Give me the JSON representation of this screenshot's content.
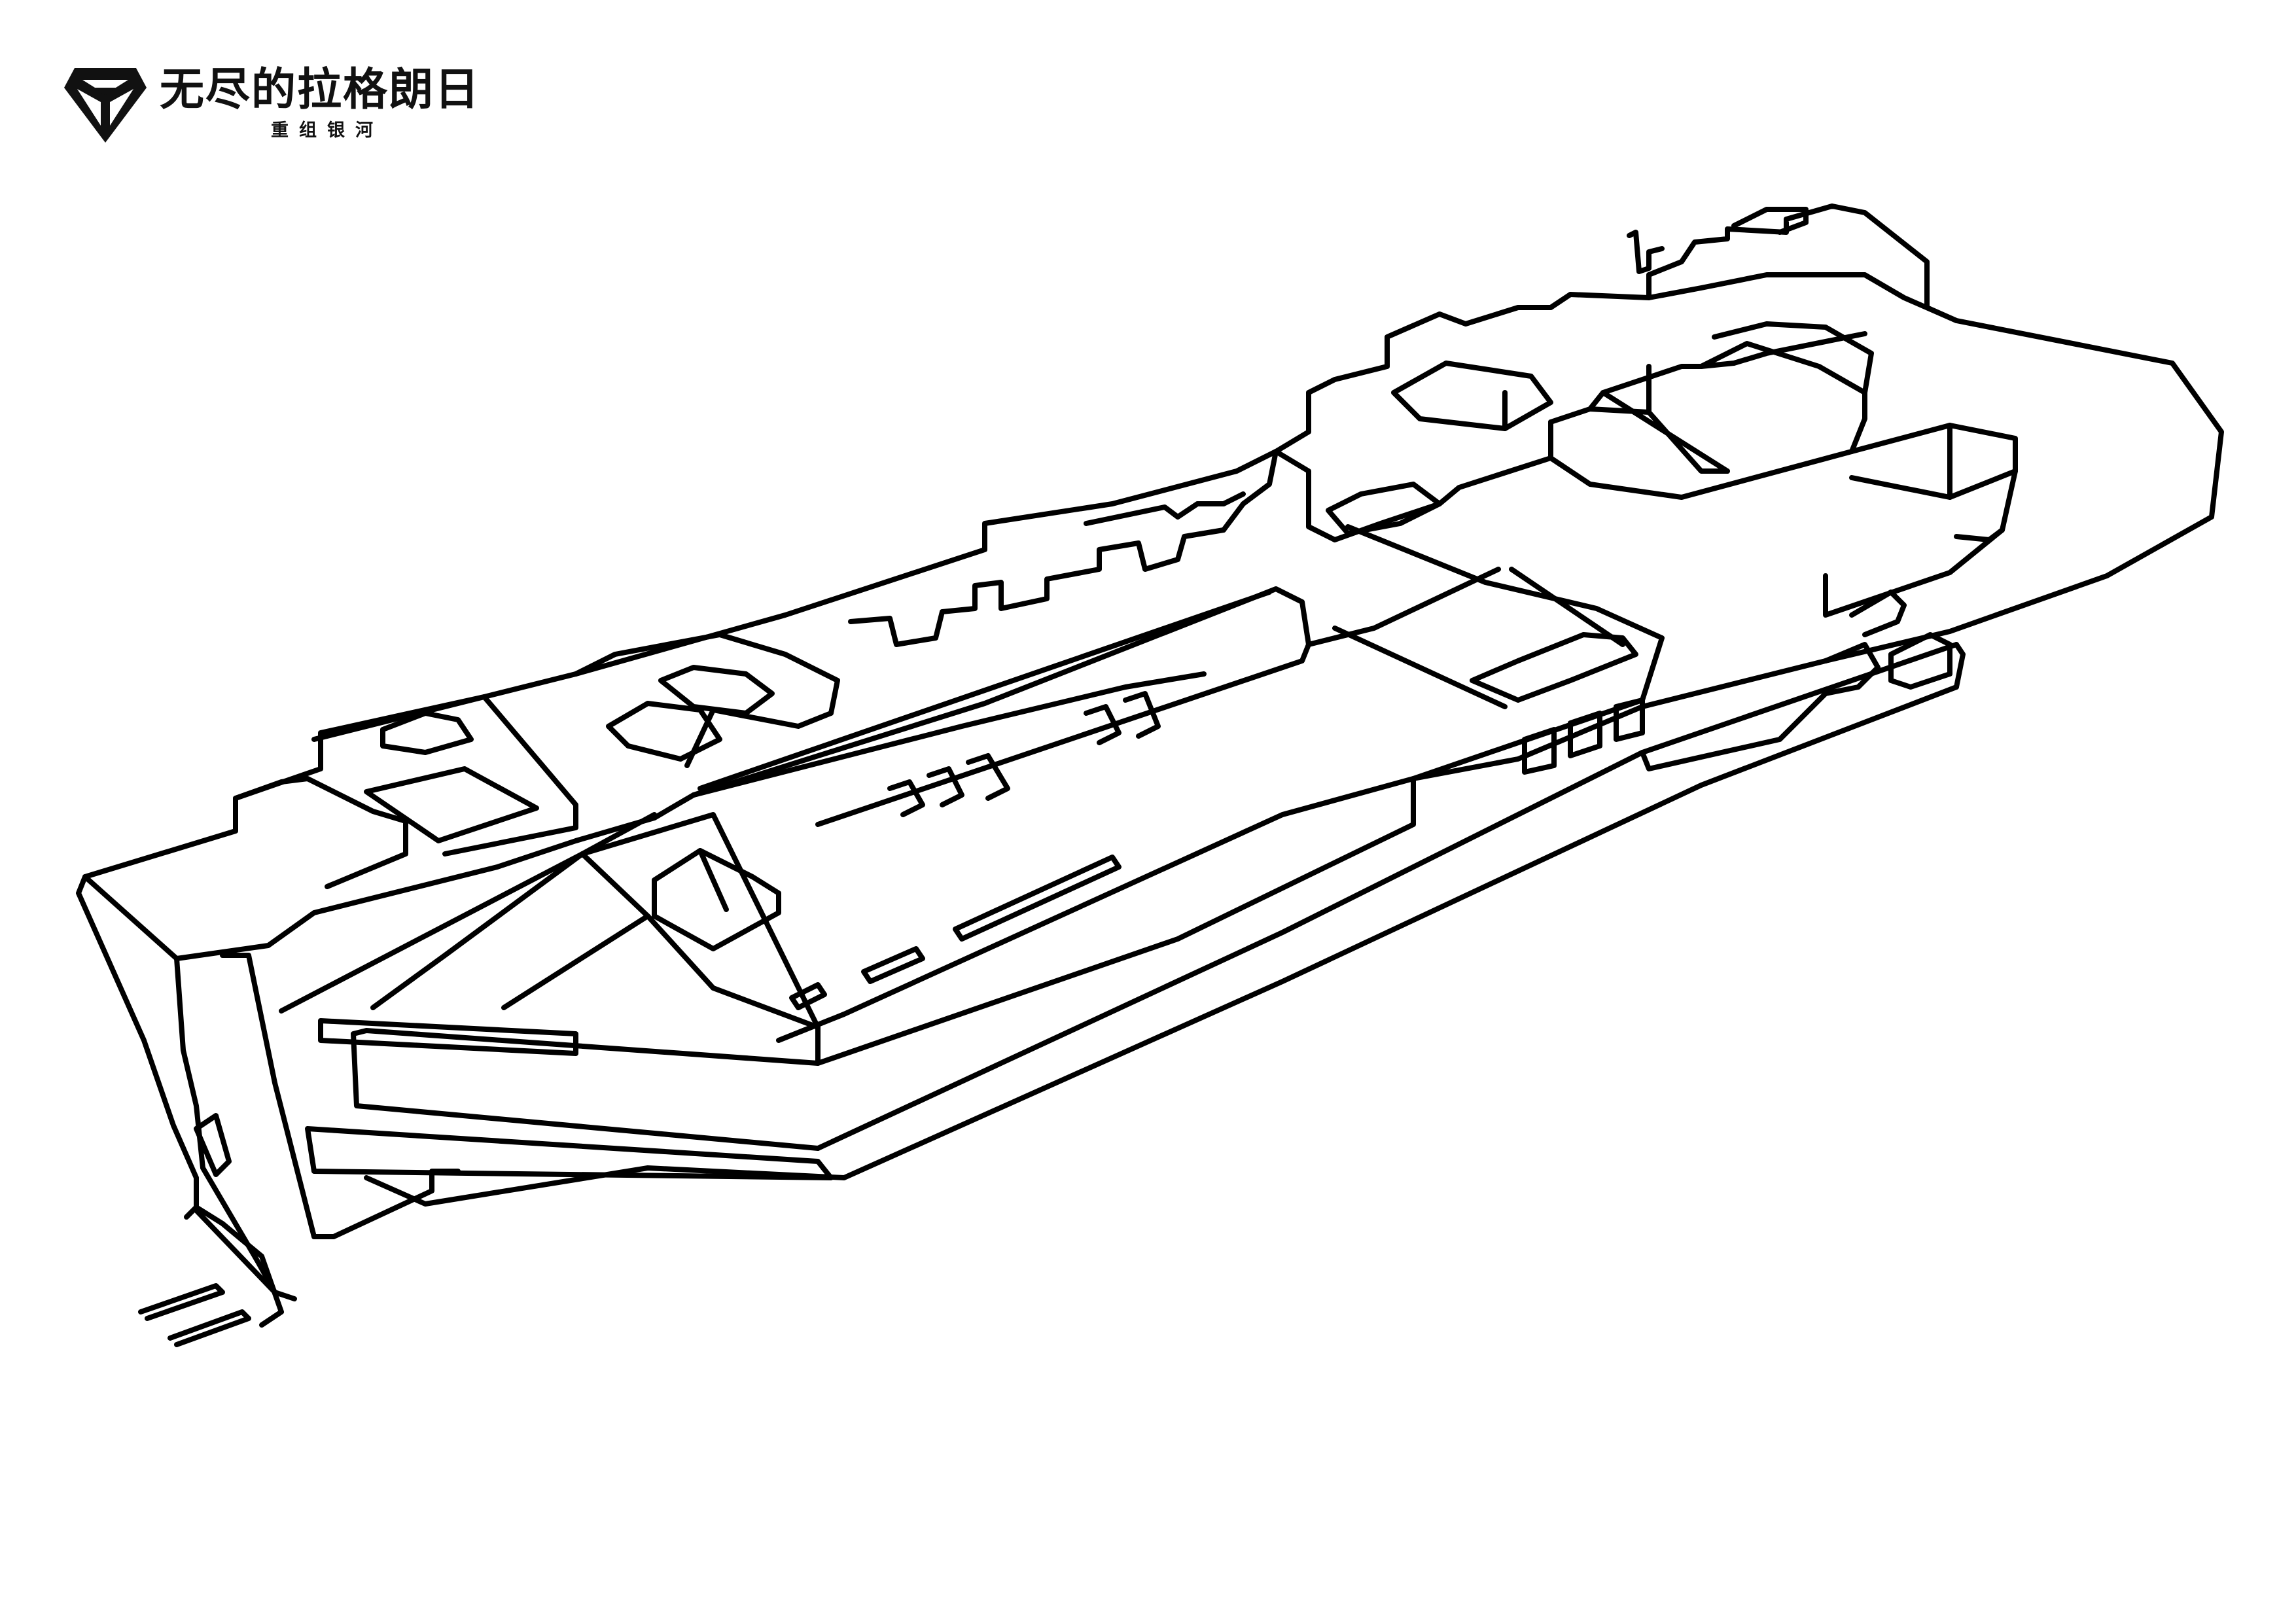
{
  "brand": {
    "title": "无尽的拉格朗日",
    "subtitle": "重组银河",
    "logo": "faceted-shield-emblem-icon"
  },
  "artwork": {
    "subject": "spaceship-line-art",
    "stroke_color": "#000000",
    "background_color": "#ffffff"
  }
}
